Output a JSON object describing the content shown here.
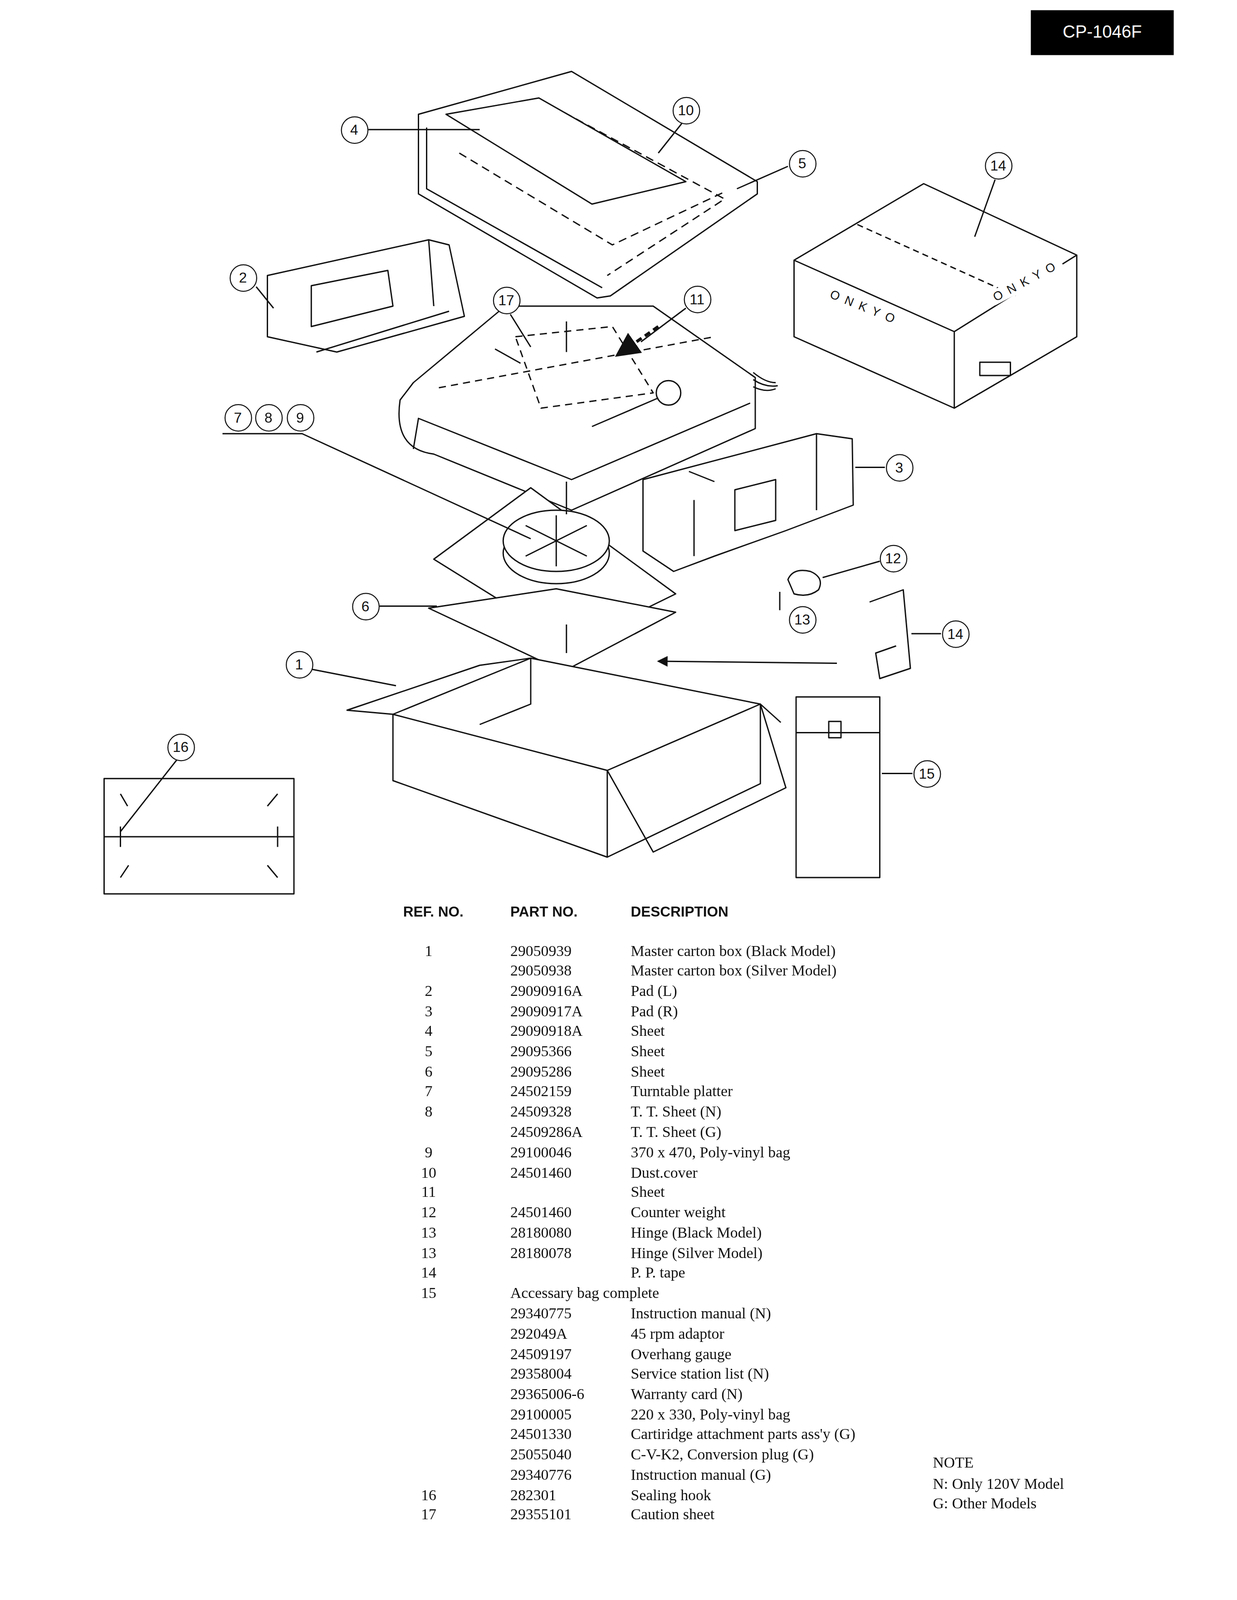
{
  "diagram": {
    "title": "CP-1046F",
    "nodes": [
      {
        "text": [
          "10"
        ]
      },
      {
        "text": [
          "4"
        ]
      },
      {
        "text": [
          "5"
        ]
      },
      {
        "text": [
          "14"
        ]
      },
      {
        "text": [
          "2"
        ]
      },
      {
        "text": [
          "17"
        ]
      },
      {
        "text": [
          "11"
        ]
      },
      {
        "text": [
          "7"
        ]
      },
      {
        "text": [
          "8"
        ]
      },
      {
        "text": [
          "9"
        ]
      },
      {
        "text": [
          "3"
        ]
      },
      {
        "text": [
          "12"
        ]
      },
      {
        "text": [
          "6"
        ]
      },
      {
        "text": [
          "13"
        ]
      },
      {
        "text": [
          "14"
        ]
      },
      {
        "text": [
          "1"
        ]
      },
      {
        "text": [
          "16"
        ]
      },
      {
        "text": [
          "15"
        ]
      }
    ],
    "labels": [
      "ONKYO",
      "ONKYO",
      "REF. NO.",
      "PART NO.",
      "DESCRIPTION",
      "1",
      "29050939",
      "Master carton box (Black Model)",
      "29050938",
      "Master carton box (Silver Model)",
      "2",
      "29090916A",
      "Pad (L)",
      "3",
      "29090917A",
      "Pad (R)",
      "4",
      "29090918A",
      "Sheet",
      "5",
      "29095366",
      "Sheet",
      "6",
      "29095286",
      "Sheet",
      "7",
      "24502159",
      "Turntable platter",
      "8",
      "24509328",
      "T. T. Sheet (N)",
      "24509286A",
      "T. T. Sheet (G)",
      "9",
      "29100046",
      "370 x 470, Poly-vinyl bag",
      "10",
      "24501460",
      "Dust.cover",
      "11",
      "Sheet",
      "12",
      "24501460",
      "Counter weight",
      "13",
      "28180080",
      "Hinge (Black Model)",
      "13",
      "28180078",
      "Hinge (Silver Model)",
      "14",
      "P. P. tape",
      "15",
      "Accessary bag complete",
      "29340775",
      "Instruction manual (N)",
      "292049A",
      "45 rpm adaptor",
      "24509197",
      "Overhang gauge",
      "29358004",
      "Service station list (N)",
      "29365006-6",
      "Warranty card (N)",
      "29100005",
      "220 x 330, Poly-vinyl bag",
      "24501330",
      "Cartiridge attachment parts ass'y (G)",
      "25055040",
      "C-V-K2, Conversion plug (G)",
      "29340776",
      "Instruction manual (G)",
      "16",
      "282301",
      "Sealing hook",
      "17",
      "29355101",
      "Caution sheet",
      "NOTE",
      "N: Only 120V Model",
      "G: Other Models"
    ]
  }
}
